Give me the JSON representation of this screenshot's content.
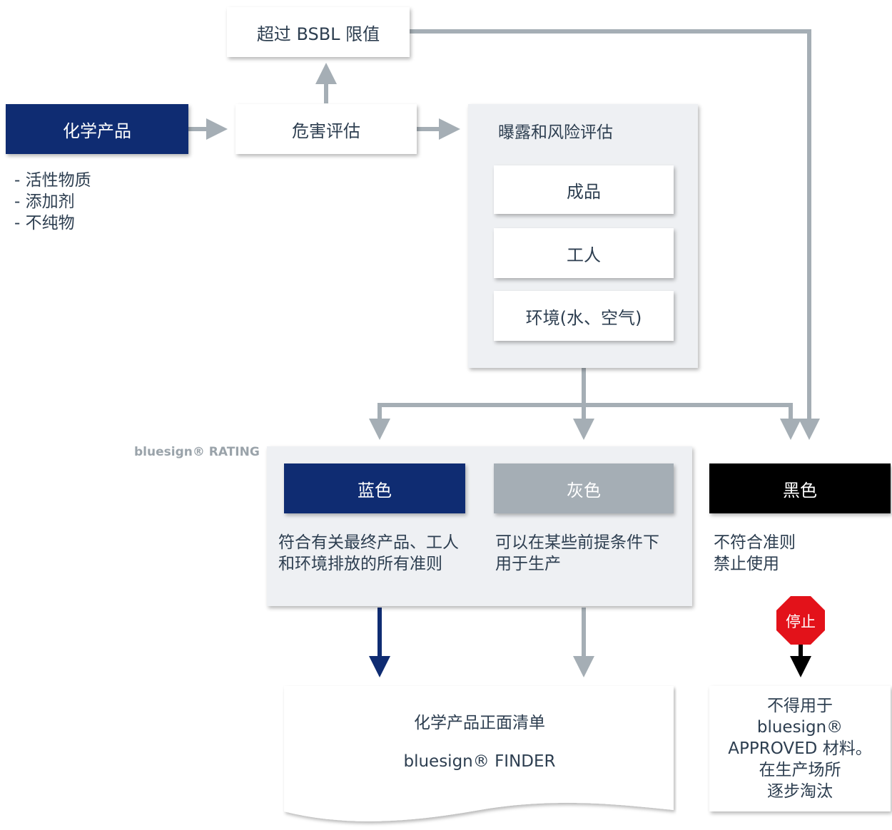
{
  "top_box": "超过 BSBL 限值",
  "chemical_products": "化学产品",
  "chemical_items": [
    "- 活性物质",
    "- 添加剂",
    "- 不纯物"
  ],
  "hazard_assessment": "危害评估",
  "exposure_title": "曝露和风险评估",
  "exposure_items": [
    "成品",
    "工人",
    "环境(水、空气)"
  ],
  "rating_label": "bluesign® RATING",
  "blue": {
    "label": "蓝色",
    "desc": [
      "符合有关最终产品、工人",
      "和环境排放的所有准则"
    ]
  },
  "grey": {
    "label": "灰色",
    "desc": [
      "可以在某些前提条件下",
      "用于生产"
    ]
  },
  "black": {
    "label": "黑色",
    "desc": [
      "不符合准则",
      "禁止使用"
    ]
  },
  "stop": "停止",
  "positive_list": {
    "title": "化学产品正面清单",
    "finder": "bluesign® FINDER"
  },
  "not_allowed": [
    "不得用于",
    "bluesign®",
    "APPROVED 材料。",
    "在生产场所",
    "逐步淘汰"
  ],
  "colors": {
    "navy": "#0f2c72",
    "grey": "#a5aeb5",
    "panel": "#eef0f3",
    "connector": "#a5aeb5",
    "stop_red": "#e3121a"
  }
}
